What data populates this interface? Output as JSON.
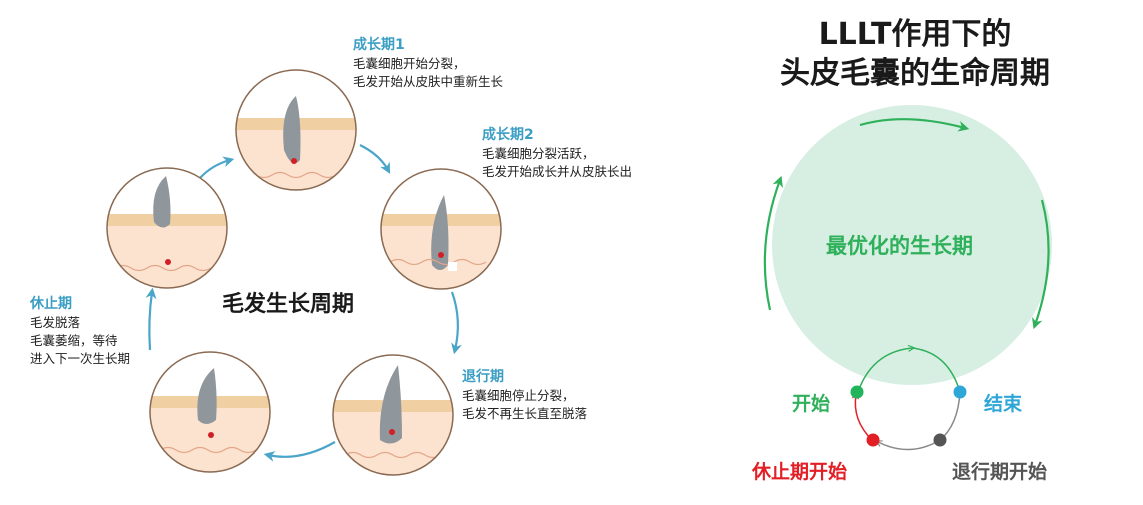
{
  "left": {
    "center_title": "毛发生长周期",
    "stages": [
      {
        "title": "成长期1",
        "lines": [
          "毛囊细胞开始分裂，",
          "毛发开始从皮肤中重新生长"
        ]
      },
      {
        "title": "成长期2",
        "lines": [
          "毛囊细胞分裂活跃，",
          "毛发开始成长并从皮肤长出"
        ]
      },
      {
        "title": "退行期",
        "lines": [
          "毛囊细胞停止分裂，",
          "毛发不再生长直至脱落"
        ]
      },
      {
        "title": "休止期",
        "lines": [
          "毛发脱落",
          "毛囊萎缩，等待",
          "进入下一次生长期"
        ]
      }
    ]
  },
  "right": {
    "title_line1": "LLLT作用下的",
    "title_line2": "头皮毛囊的生命周期",
    "circle_label": "最优化的生长期",
    "phases": {
      "start": "开始",
      "end": "结束",
      "catagen_start": "退行期开始",
      "telogen_start": "休止期开始"
    }
  },
  "colors": {
    "stage_title": "#3b9ec4",
    "arrow": "#4aa5c9",
    "green_circle": "#d7efe2",
    "green_arrow": "#2fb05a",
    "start_dot": "#21b45a",
    "end_dot": "#2fa6d8",
    "catagen_dot": "#555555",
    "telogen_dot": "#e31f26"
  }
}
